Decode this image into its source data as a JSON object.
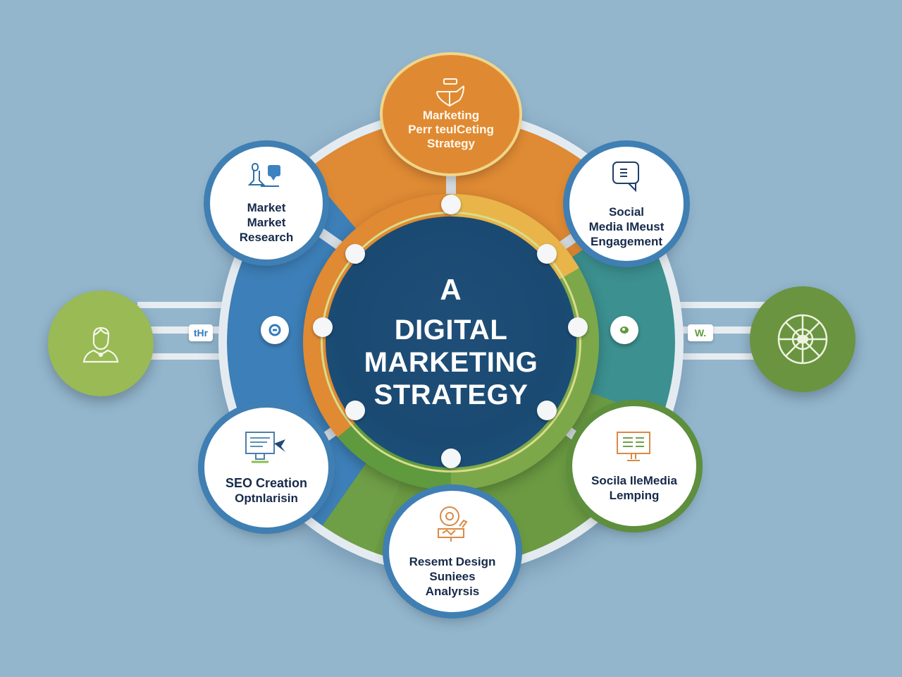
{
  "center": {
    "line1": "A",
    "line2": "DIGITAL",
    "line3": "MARKETING",
    "line4": "STRATEGY"
  },
  "nodes": {
    "top": {
      "label": [
        "Marketing",
        "Perr teulCeting",
        "Strategy"
      ],
      "icon": "funnel-icon",
      "color": "#df8a33"
    },
    "top_left": {
      "label": [
        "Market",
        "Market",
        "Research"
      ],
      "icon": "research-icon"
    },
    "top_right": {
      "label": [
        "Social",
        "Media IMeust",
        "Engagement"
      ],
      "icon": "chat-bubble-icon"
    },
    "bottom_left": {
      "label": [
        "SEO Creation",
        "Optnlarisin"
      ],
      "icon": "monitor-icon"
    },
    "bottom_right": {
      "label": [
        "Socila IleMedia",
        "Lemping"
      ],
      "icon": "display-chart-icon"
    },
    "bottom": {
      "label": [
        "Resemt Design",
        "Suniees",
        "Analyrsis"
      ],
      "icon": "target-icon"
    }
  },
  "side": {
    "left": {
      "icon": "person-icon",
      "pill_text": "tHr",
      "color": "#99ba55"
    },
    "right": {
      "icon": "wheel-icon",
      "pill_text": "W.",
      "color": "#6a9440"
    }
  },
  "colors": {
    "background": "#93b6cd",
    "core": "#1a4a72",
    "orange": "#df8a33",
    "green": "#6b9a42",
    "blue": "#3d7fb8",
    "text_dark": "#162a4a"
  }
}
